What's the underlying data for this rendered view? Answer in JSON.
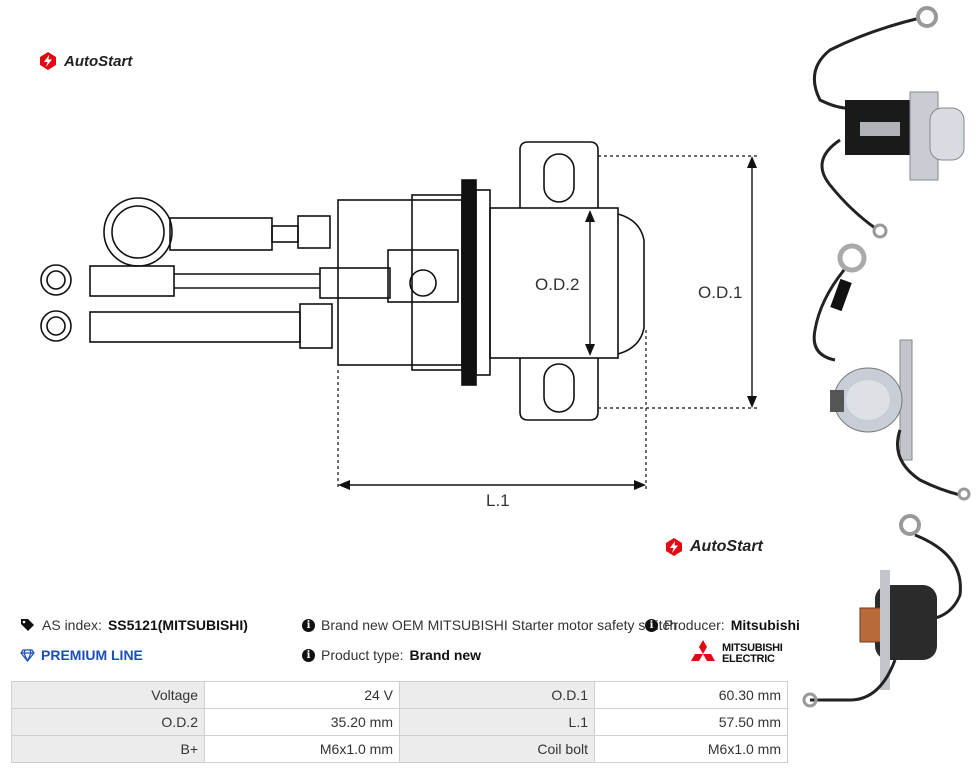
{
  "brand": {
    "name": "AutoStart"
  },
  "diagram": {
    "labels": {
      "od2": "O.D.2",
      "od1": "O.D.1",
      "l1": "L.1"
    }
  },
  "info": {
    "as_index_label": "AS index:",
    "as_index_value": "SS5121(MITSUBISHI)",
    "line": "PREMIUM LINE",
    "description": "Brand new OEM MITSUBISHI Starter motor safety switch",
    "product_type_label": "Product type:",
    "product_type_value": "Brand new",
    "producer_label": "Producer:",
    "producer_value": "Mitsubishi",
    "producer_logo_line1": "MITSUBISHI",
    "producer_logo_line2": "ELECTRIC"
  },
  "specs": [
    [
      "Voltage",
      "24 V",
      "O.D.1",
      "60.30 mm"
    ],
    [
      "O.D.2",
      "35.20 mm",
      "L.1",
      "57.50 mm"
    ],
    [
      "B+",
      "M6x1.0 mm",
      "Coil bolt",
      "M6x1.0 mm"
    ]
  ],
  "colors": {
    "accent": "#1a4fb8",
    "logo_red": "#e30613"
  }
}
